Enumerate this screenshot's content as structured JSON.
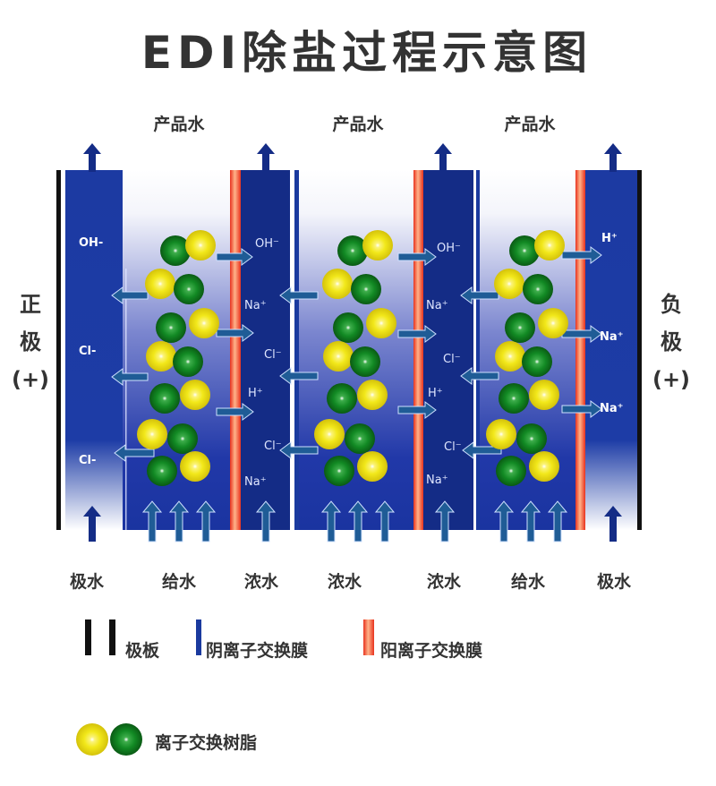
{
  "title": "EDI除盐过程示意图",
  "product_water_labels": [
    "产品水",
    "产品水",
    "产品水"
  ],
  "left_electrode": {
    "line1": "正",
    "line2": "极",
    "line3": "(+)"
  },
  "right_electrode": {
    "line1": "负",
    "line2": "极",
    "line3": "(+)"
  },
  "bottom_labels": [
    "极水",
    "给水",
    "浓水",
    "浓水",
    "浓水",
    "给水",
    "极水"
  ],
  "ions": {
    "anode_chamber": [
      "OH-",
      "Cl-",
      "Cl-"
    ],
    "concentrate_1": [
      "OH⁻",
      "Na⁺",
      "Cl⁻",
      "H⁺",
      "Cl⁻",
      "Na⁺"
    ],
    "concentrate_2": [
      "OH⁻",
      "Na⁺",
      "Cl⁻",
      "H⁺",
      "Cl⁻",
      "Na⁺"
    ],
    "cathode_chamber": [
      "H⁺",
      "Na⁺",
      "Na⁺"
    ]
  },
  "legend": {
    "electrode_plate": "极板",
    "anion_membrane": "阴离子交换膜",
    "cation_membrane": "阳离子交换膜",
    "resin": "离子交换树脂"
  },
  "colors": {
    "chamber_blue": "#1a3a9e",
    "concentrate_blue": "#142c86",
    "cation_membrane": "#e8321e",
    "anion_membrane": "#1a3a9e",
    "resin_yellow": "#f2e81a",
    "resin_green": "#0f7a1e",
    "arrow": "#1f5c96",
    "electrode": "#111111"
  }
}
